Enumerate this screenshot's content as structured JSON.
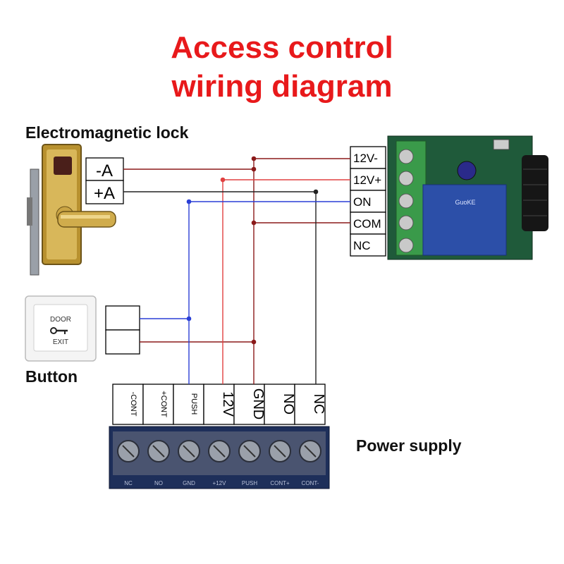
{
  "title": {
    "line1": "Access control",
    "line2": "wiring diagram"
  },
  "lock": {
    "label": "Electromagnetic lock",
    "terminals": [
      "-A",
      "+A"
    ]
  },
  "button": {
    "label": "Button",
    "face_text": [
      "DOOR",
      "EXIT"
    ]
  },
  "relay": {
    "terminals": [
      "12V-",
      "12V+",
      "ON",
      "COM",
      "NC"
    ],
    "board_text": "GuoKE"
  },
  "power_supply": {
    "label": "Power supply",
    "terminals": [
      "-CONT",
      "+CONT",
      "PUSH",
      "12V",
      "GND",
      "NO",
      "NC"
    ],
    "strip_labels": [
      "NC",
      "NO",
      "GND",
      "+12V",
      "PUSH",
      "CONT+",
      "CONT-"
    ]
  },
  "colors": {
    "title": "#e8191b",
    "wire_negative": "#8b1a1a",
    "wire_positive": "#e04040",
    "wire_signal": "#2a3fd6",
    "wire_black": "#222222",
    "relay_terminal": "#3a9a4a",
    "relay_board": "#1f5a3a",
    "power_strip": "#1e2f5a"
  }
}
